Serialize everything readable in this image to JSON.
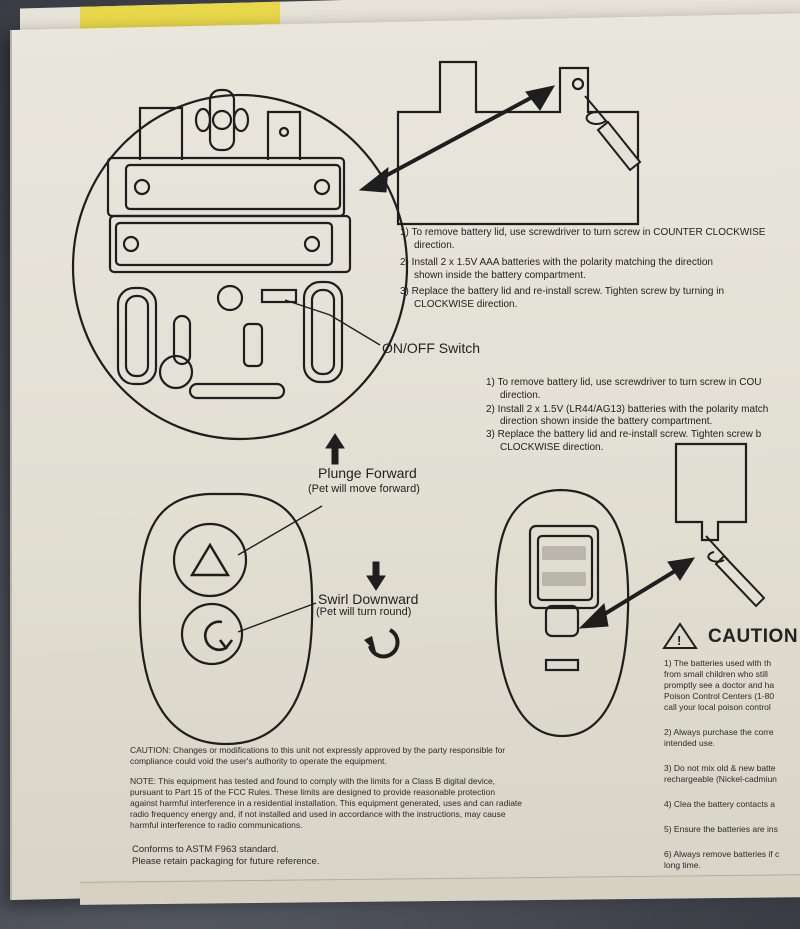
{
  "top_panel": {
    "step1": "1) To remove battery lid, use screwdriver to turn screw in COUNTER CLOCKWISE",
    "step1b": "direction.",
    "step2": "2) Install 2 x 1.5V AAA batteries with the polarity matching the direction",
    "step2b": "shown inside the battery compartment.",
    "step3": "3) Replace the battery lid and re-install screw. Tighten screw by turning in",
    "step3b": "CLOCKWISE direction.",
    "onoff_label": "ON/OFF Switch"
  },
  "remote_panel": {
    "step1": "1) To remove battery lid, use screwdriver to turn screw in COU",
    "step1b": "direction.",
    "step2": "2) Install 2 x 1.5V (LR44/AG13) batteries with the polarity match",
    "step2b": "direction shown inside the battery compartment.",
    "step3": "3) Replace the battery lid and re-install screw. Tighten screw b",
    "step3b": "CLOCKWISE direction.",
    "plunge_label": "Plunge Forward",
    "plunge_sub": "(Pet will move forward)",
    "swirl_label": "Swirl Downward",
    "swirl_sub": "(Pet will turn round)"
  },
  "caution": {
    "heading": "CAUTION",
    "items": [
      "1) The batteries used with th",
      "from small children who still",
      "promptly see a doctor and ha",
      "Poison Control Centers (1-80",
      "call your local poison control",
      "2) Always purchase the corre",
      "intended use.",
      "3) Do not mix old & new batte",
      "rechargeable (Nickel-cadmiun",
      "4) Clea  the battery contacts a",
      "5) Ensure the batteries are ins",
      "6) Always remove batteries if c",
      "long time."
    ]
  },
  "legal": {
    "caution1": "CAUTION: Changes or modifications to this unit not expressly approved by the party responsible for",
    "caution2": "compliance could void the user's authority to operate the equipment.",
    "note1": "NOTE: This equipment has tested and found to comply with the limits for a Class B digital device,",
    "note2": "pursuant to Part 15 of the FCC Rules. These limits are designed to provide reasonable protection",
    "note3": "against harmful interference in a residential installation. This equipment generated, uses and can radiate",
    "note4": "radio frequency energy and, if not installed and used in accordance with the instructions, may cause",
    "note5": "harmful interference to radio communications.",
    "astm": "Conforms to ASTM F963 standard.",
    "retain": "Please retain packaging for future reference."
  },
  "colors": {
    "box": "#e4e1d6",
    "ink": "#1e1e1e",
    "yellow": "#e8d84a"
  }
}
